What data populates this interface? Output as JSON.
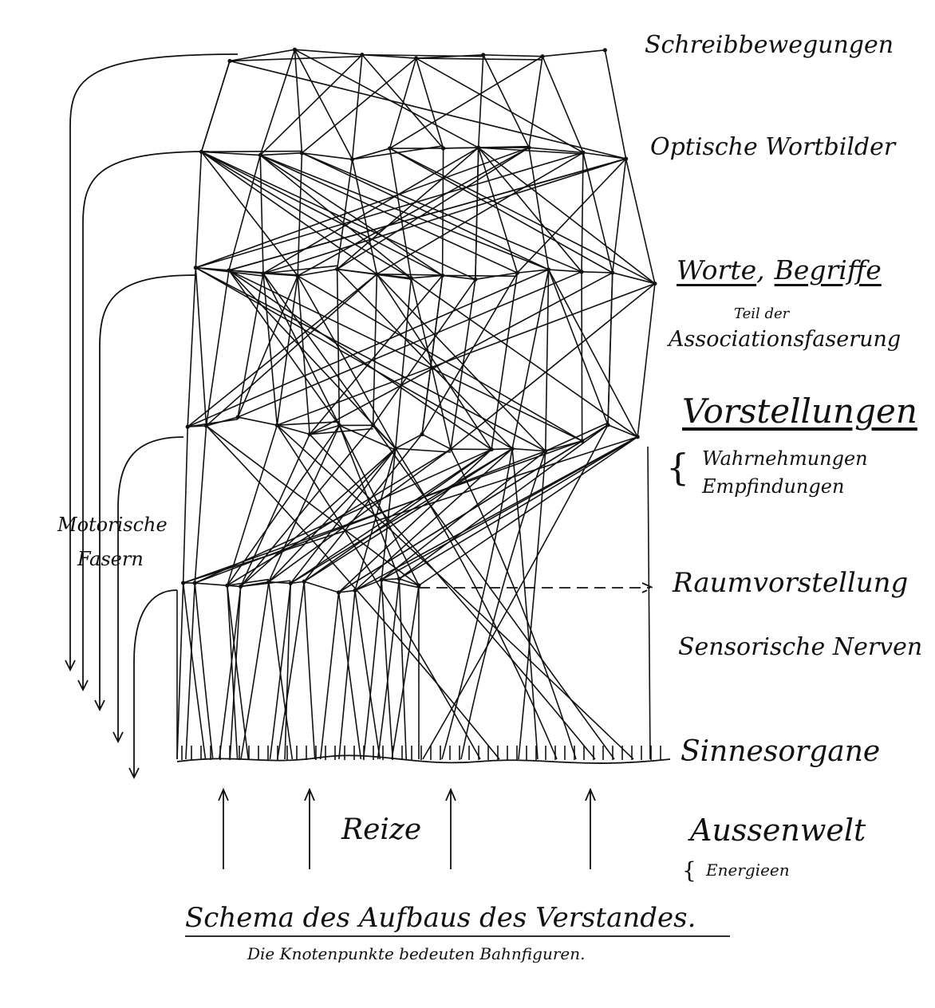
{
  "labels": {
    "schreib": "Schreibbewegungen",
    "optisch": "Optische Wortbilder",
    "worte": "Worte",
    "comma": ",",
    "begriffe": "Begriffe",
    "teil": "Teil der",
    "assoc": "Associationsfaserung",
    "vorstellungen": "Vorstellungen",
    "wahrnehmungen": "Wahrnehmungen",
    "empfindungen": "Empfindungen",
    "raum": "Raumvorstellung",
    "sensorisch": "Sensorische Nerven",
    "sinnes": "Sinnesorgane",
    "aussenwelt": "Aussenwelt",
    "energieen": "Energieen",
    "reize": "Reize",
    "motorische": "Motorische",
    "fasern": "Fasern",
    "title": "Schema des Aufbaus des Verstandes.",
    "subtitle": "Die Knotenpunkte bedeuten Bahnfiguren."
  },
  "colors": {
    "ink": "#111111",
    "paper": "#ffffff"
  }
}
